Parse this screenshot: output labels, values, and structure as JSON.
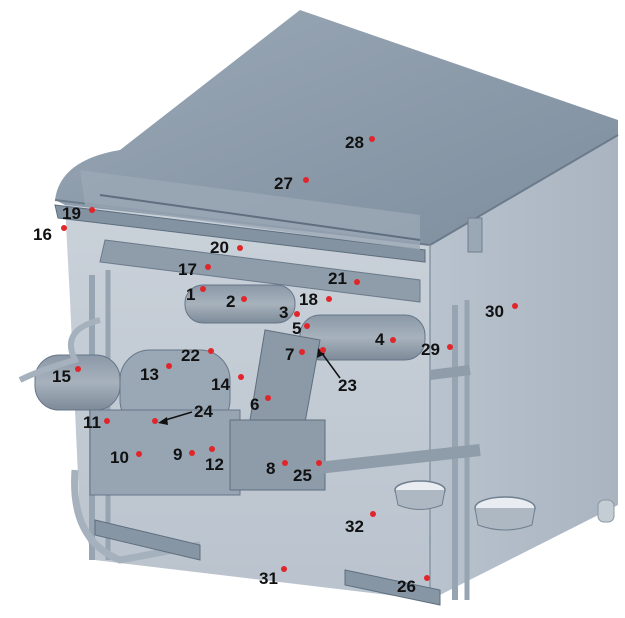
{
  "diagram": {
    "points": [
      {
        "label": "1"
      },
      {
        "label": "2"
      },
      {
        "label": "3"
      },
      {
        "label": "4"
      },
      {
        "label": "5"
      },
      {
        "label": "6"
      },
      {
        "label": "7"
      },
      {
        "label": "8"
      },
      {
        "label": "9"
      },
      {
        "label": "10"
      },
      {
        "label": "11"
      },
      {
        "label": "12"
      },
      {
        "label": "13"
      },
      {
        "label": "14"
      },
      {
        "label": "15"
      },
      {
        "label": "16"
      },
      {
        "label": "17"
      },
      {
        "label": "18"
      },
      {
        "label": "19"
      },
      {
        "label": "20"
      },
      {
        "label": "21"
      },
      {
        "label": "22"
      },
      {
        "label": "23"
      },
      {
        "label": "24"
      },
      {
        "label": "25"
      },
      {
        "label": "26"
      },
      {
        "label": "27"
      },
      {
        "label": "28"
      },
      {
        "label": "29"
      },
      {
        "label": "30"
      },
      {
        "label": "31"
      },
      {
        "label": "32"
      }
    ],
    "marker_color": "#e0262a",
    "label_color": "#111111",
    "housing_color": "#8a9aaa"
  }
}
